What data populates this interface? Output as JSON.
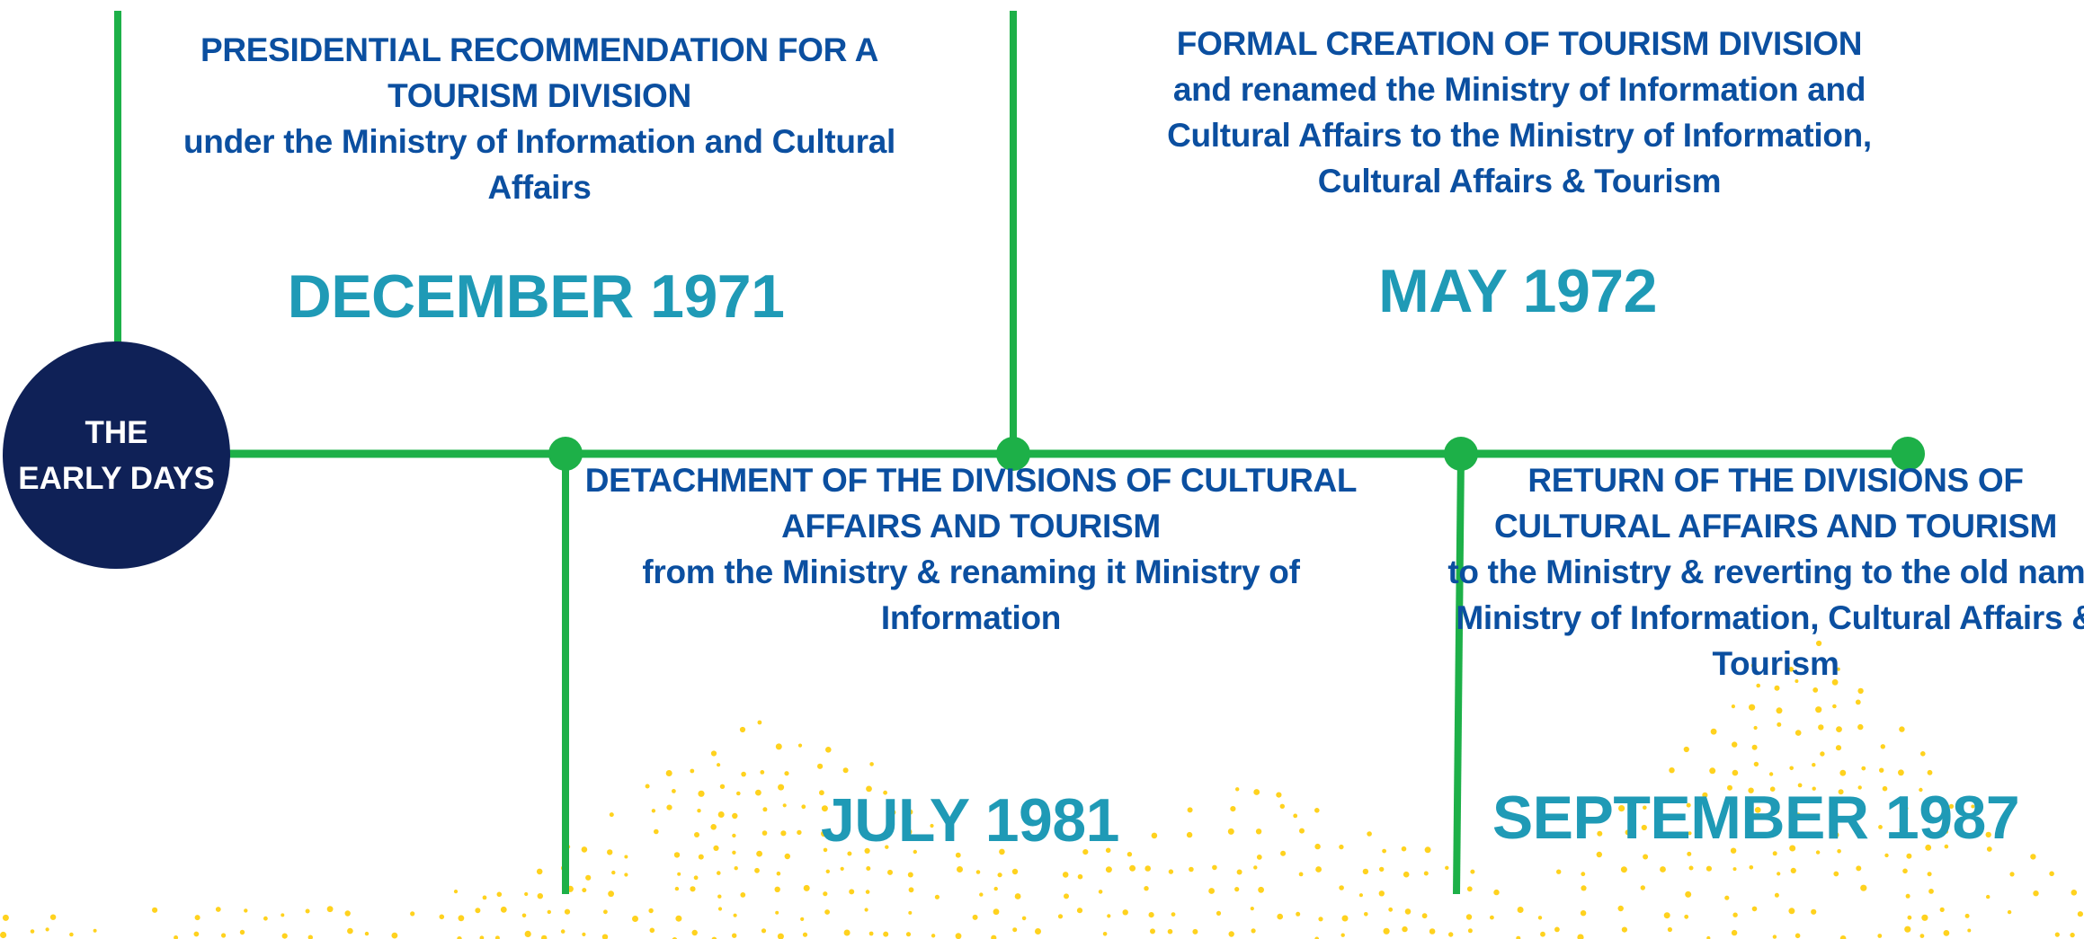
{
  "colors": {
    "timeline": "#1DB048",
    "headline_text": "#0B4FA0",
    "date_text": "#1F9AB6",
    "circle_fill": "#0F2157",
    "circle_text": "#FFFFFF",
    "dots": "#FFD21E"
  },
  "start_node": {
    "line1": "THE",
    "line2": "EARLY DAYS"
  },
  "events": [
    {
      "headline": "PRESIDENTIAL RECOMMENDATION FOR A TOURISM DIVISION",
      "detail": "under the Ministry of Information and Cultural Affairs",
      "date": "DECEMBER 1971"
    },
    {
      "headline": "FORMAL CREATION OF  TOURISM DIVISION",
      "detail": "and renamed the Ministry of Information and Cultural Affairs to the Ministry of Information, Cultural Affairs & Tourism",
      "date": "MAY 1972"
    },
    {
      "headline": "DETACHMENT OF THE DIVISIONS OF CULTURAL AFFAIRS AND TOURISM",
      "detail": "from the Ministry & renaming it Ministry of Information",
      "date": "JULY 1981"
    },
    {
      "headline": "RETURN OF THE DIVISIONS OF CULTURAL AFFAIRS AND TOURISM",
      "detail": "to the Ministry & reverting to the old name Ministry of Information, Cultural Affairs & Tourism",
      "date": "SEPTEMBER 1987"
    }
  ]
}
